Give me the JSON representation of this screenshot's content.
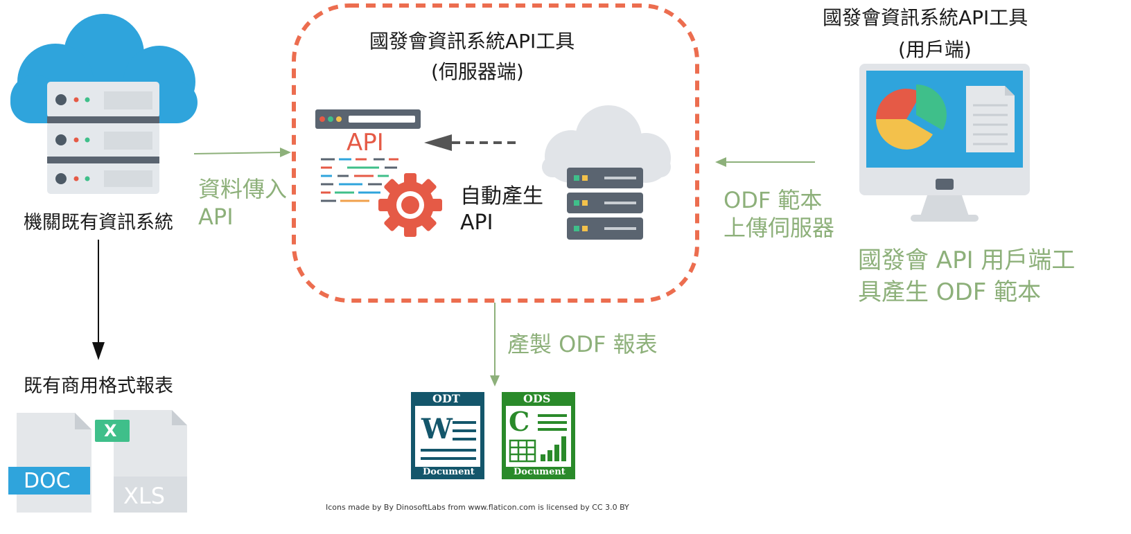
{
  "left": {
    "system_label": "機關既有資訊系統",
    "reports_label": "既有商用格式報表",
    "doc_badge": "DOC",
    "xls_badge": "XLS",
    "excel_glyph": "X"
  },
  "server_box": {
    "title_line1": "國發會資訊系統API工具",
    "title_line2": "(伺服器端)",
    "api_icon_text": "API",
    "auto_line1": "自動產生",
    "auto_line2": "API"
  },
  "client": {
    "title_line1": "國發會資訊系統API工具",
    "title_line2": "(用戶端)",
    "caption_line1": "國發會 API 用戶端工",
    "caption_line2": "具產生 ODF 範本"
  },
  "edges": {
    "data_in_line1": "資料傳入",
    "data_in_line2": "API",
    "upload_line1": "ODF 範本",
    "upload_line2": "上傳伺服器",
    "produce": "產製 ODF 報表"
  },
  "output": {
    "odt_header": "ODT",
    "odt_footer": "Document",
    "odt_glyph": "W",
    "ods_header": "ODS",
    "ods_footer": "Document",
    "ods_glyph": "C"
  },
  "credit": "Icons made by By DinosoftLabs from www.flaticon.com is licensed by CC 3.0 BY",
  "colors": {
    "dashed_box": "#ec6d4f",
    "edge_green": "#8db07a",
    "cloud_blue": "#2fa4dc",
    "server_gray": "#dfe3e7",
    "monitor_blue": "#2fa4dc",
    "odt_blue": "#14566b",
    "ods_green": "#2a8a2a"
  },
  "icons": [
    "cloud-server-icon",
    "api-code-icon",
    "gear-icon",
    "gray-cloud-server-icon",
    "monitor-chart-icon",
    "doc-file-icon",
    "xls-file-icon",
    "odt-document-icon",
    "ods-document-icon"
  ]
}
